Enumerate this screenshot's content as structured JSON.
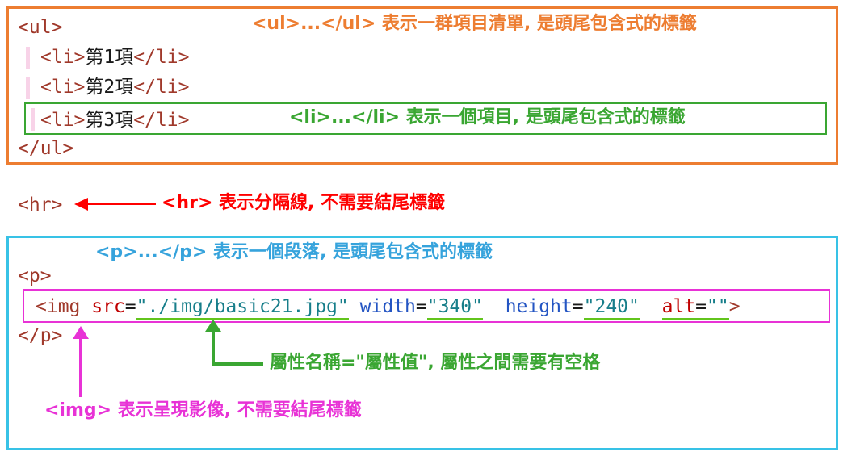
{
  "colors": {
    "orange": "#ED7D31",
    "green": "#3AA632",
    "underline_green": "#62C41C",
    "red": "#FF0000",
    "light_blue": "#36A3DC",
    "cyan_border": "#38C2E6",
    "magenta": "#E832D6",
    "code_tag": "#A0392B",
    "attr_red": "#C00000",
    "attr_blue": "#2455C3",
    "attr_value_teal": "#177E8A"
  },
  "ul_section": {
    "code": {
      "open": "<ul>",
      "items": [
        {
          "open": "<li>",
          "text": "第1項",
          "close": "</li>"
        },
        {
          "open": "<li>",
          "text": "第2項",
          "close": "</li>"
        },
        {
          "open": "<li>",
          "text": "第3項",
          "close": "</li>"
        }
      ],
      "close": "</ul>"
    },
    "ul_annotation": {
      "tag": "<ul>...</ul>",
      "text": " 表示一群項目清單, 是頭尾包含式的標籤"
    },
    "li_annotation": {
      "tag": "<li>...</li>",
      "text": " 表示一個項目, 是頭尾包含式的標籤"
    }
  },
  "hr_section": {
    "code": "<hr>",
    "annotation": {
      "tag": "<hr>",
      "text": " 表示分隔線, 不需要結尾標籤"
    }
  },
  "p_section": {
    "p_annotation": {
      "tag": "<p>...</p>",
      "text": " 表示一個段落, 是頭尾包含式的標籤"
    },
    "code": {
      "p_open": "<p>",
      "img": {
        "tag_open": "<img ",
        "src_name": "src",
        "src_eq": "=",
        "src_value": "\"./img/basic21.jpg\"",
        "gap1": " ",
        "width_name": "width",
        "width_eq": "=",
        "width_value": "\"340\"",
        "gap2": "  ",
        "height_name": "height",
        "height_eq": "=",
        "height_value": "\"240\"",
        "gap3": "  ",
        "alt_name": "alt",
        "alt_eq": "=",
        "alt_value": "\"\"",
        "tag_close": ">"
      },
      "p_close": "</p>"
    },
    "attr_annotation": "屬性名稱=\"屬性值\", 屬性之間需要有空格",
    "img_annotation": {
      "tag": "<img>",
      "text": " 表示呈現影像, 不需要結尾標籤"
    }
  }
}
